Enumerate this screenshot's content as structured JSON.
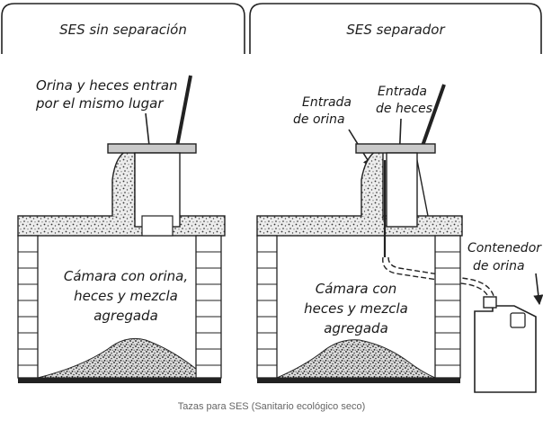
{
  "left_panel": {
    "title": "SES sin separación",
    "label_inlet_line1": "Orina y heces entran",
    "label_inlet_line2": "por el mismo lugar",
    "label_chamber_line1": "Cámara con orina,",
    "label_chamber_line2": "heces y mezcla",
    "label_chamber_line3": "agregada"
  },
  "right_panel": {
    "title": "SES separador",
    "label_urine_line1": "Entrada",
    "label_urine_line2": "de orina",
    "label_feces_line1": "Entrada",
    "label_feces_line2": "de heces",
    "label_container_line1": "Contenedor",
    "label_container_line2": "de orina",
    "label_chamber_line1": "Cámara con",
    "label_chamber_line2": "heces y mezcla",
    "label_chamber_line3": "agregada"
  },
  "caption": "Tazas para SES (Sanitario ecológico seco)",
  "colors": {
    "ink": "#222222",
    "caption": "#666666",
    "fill": "#d8d8d8"
  }
}
